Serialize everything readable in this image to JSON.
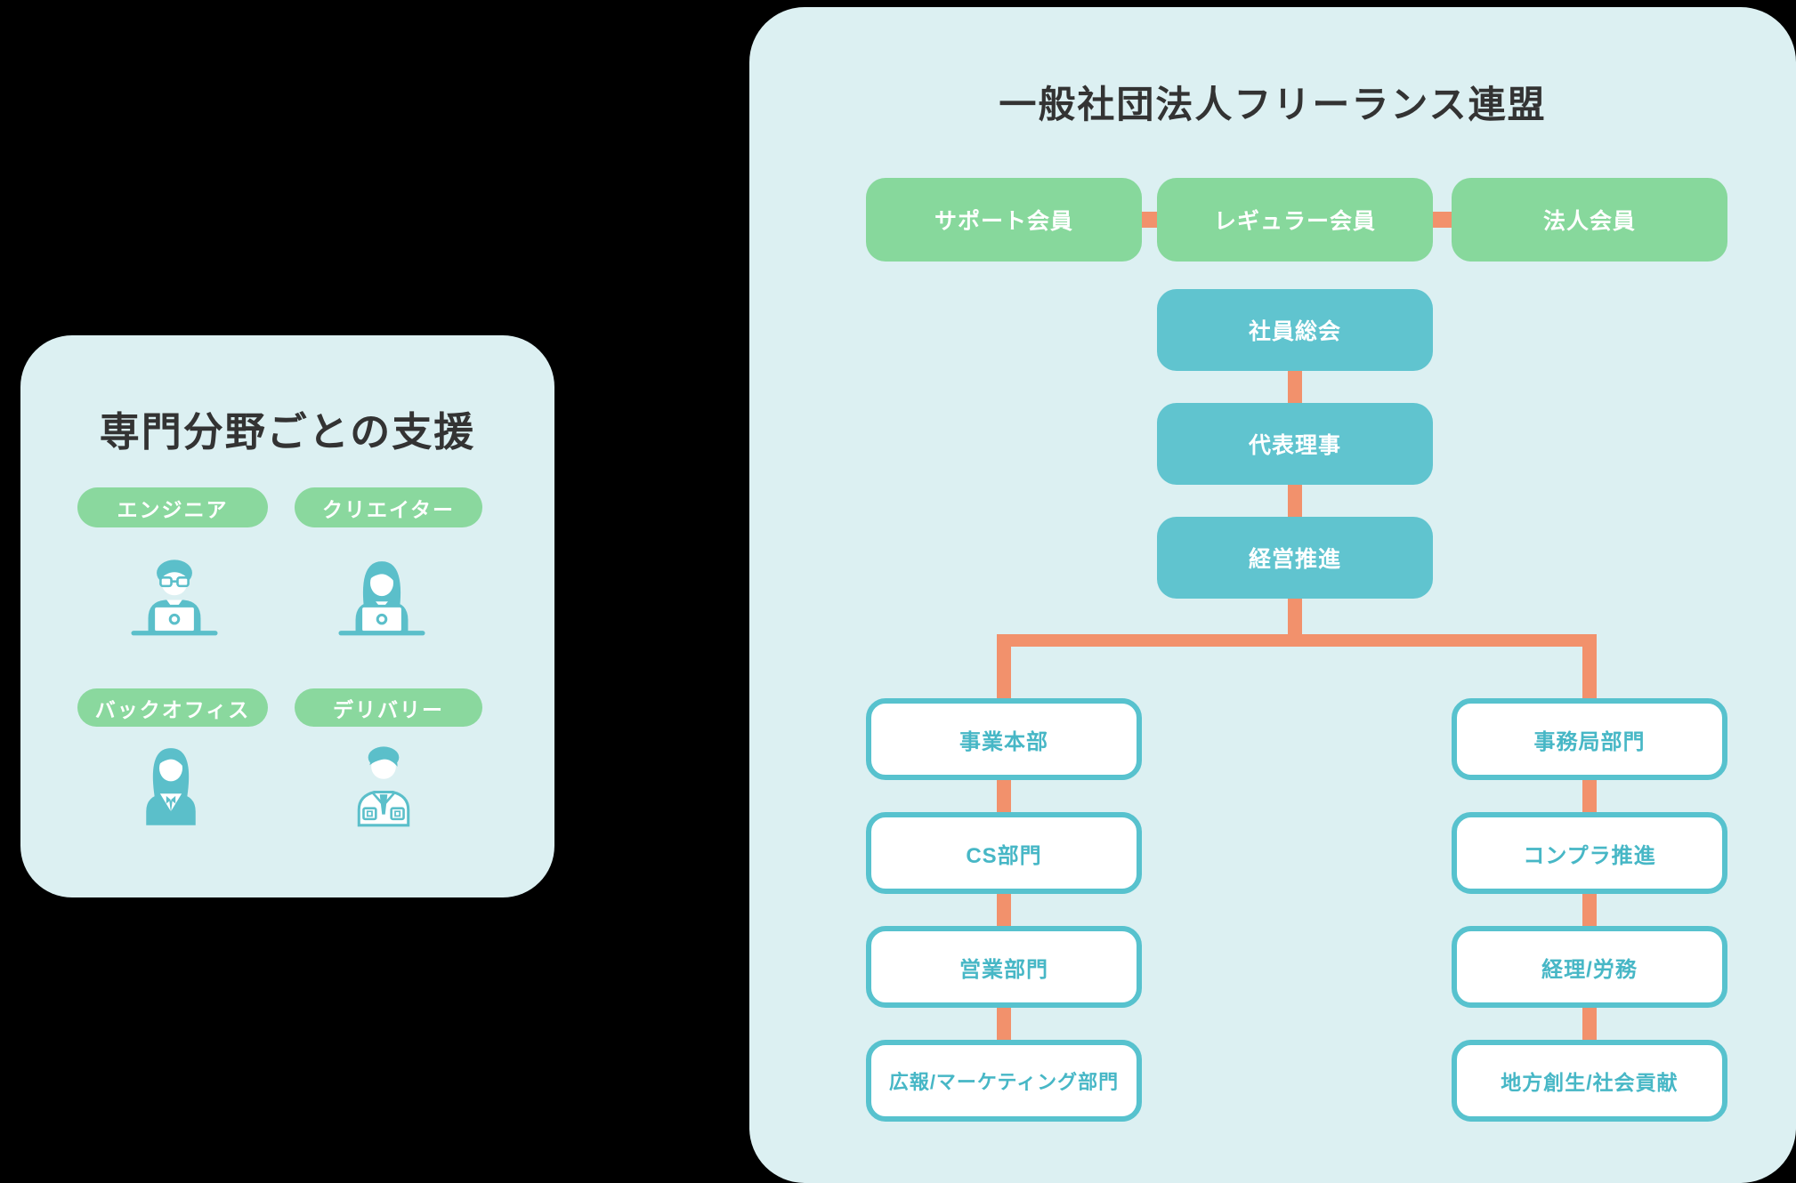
{
  "left_panel": {
    "title": "専門分野ごとの支援",
    "categories": [
      {
        "label": "エンジニア",
        "icon": "engineer-icon"
      },
      {
        "label": "クリエイター",
        "icon": "creator-icon"
      },
      {
        "label": "バックオフィス",
        "icon": "backoffice-icon"
      },
      {
        "label": "デリバリー",
        "icon": "delivery-icon"
      }
    ]
  },
  "org_chart": {
    "title": "一般社団法人フリーランス連盟",
    "member_row": [
      "サポート会員",
      "レギュラー会員",
      "法人会員"
    ],
    "governance": [
      "社員総会",
      "代表理事",
      "経営推進"
    ],
    "branches": {
      "left": [
        "事業本部",
        "CS部門",
        "営業部門",
        "広報/マーケティング部門"
      ],
      "right": [
        "事務局部門",
        "コンプラ推進",
        "経理/労務",
        "地方創生/社会貢献"
      ]
    }
  },
  "colors": {
    "background": "#000000",
    "panel_bg": "#dcf0f2",
    "member_green": "#87d89c",
    "governance_teal": "#60c4cf",
    "connector_orange": "#f2916c",
    "dept_border_teal": "#57c2ce",
    "dept_text_teal": "#47b7c6",
    "title_text": "#333333"
  }
}
